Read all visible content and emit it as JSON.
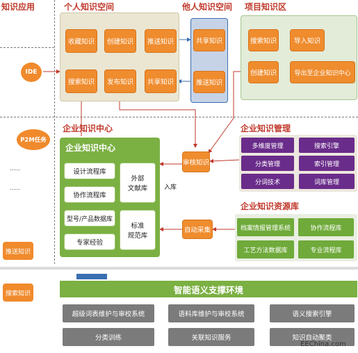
{
  "left_column": {
    "title": "知识应用",
    "ide": "IDE",
    "p2m": "P2M任务",
    "dots1": "......",
    "dots2": "......",
    "push": "推送知识",
    "search": "搜索知识"
  },
  "personal_space": {
    "title": "个人知识空间",
    "row1": [
      "收藏知识",
      "创建知识",
      "推送知识"
    ],
    "row2": [
      "搜索知识",
      "发布知识",
      "共享知识"
    ]
  },
  "others_space": {
    "title": "他人知识空间",
    "top": "共享知识",
    "bottom": "推送知识"
  },
  "project_area": {
    "title": "项目知识区",
    "row1": [
      "搜索知识",
      "导入知识"
    ],
    "row2": [
      "创建知识",
      "导出至企业知识中心"
    ]
  },
  "enterprise_center": {
    "outer_title": "企业知识中心",
    "inner_title": "企业知识中心",
    "left_items": [
      "设计流程库",
      "协作流程库",
      "型号/产品数据库",
      "专家经验"
    ],
    "right_items": [
      "外部\n文献库",
      "标准\n规范库"
    ],
    "review": "审核知识",
    "auto": "自动采集",
    "inlib": "入库"
  },
  "management": {
    "title": "企业知识管理",
    "items": [
      "多维度管理",
      "搜索引擎",
      "分类管理",
      "索引管理",
      "分词技术",
      "词库管理"
    ]
  },
  "resources": {
    "title": "企业知识资源库",
    "items": [
      "档案情报管理系统",
      "协作流程库",
      "工艺方法数据库",
      "专业流程库"
    ]
  },
  "semantic": {
    "title": "智能语义支撑环境",
    "row1": [
      "超级词表维护与审校系统",
      "语料库维护与审校系统",
      "语义搜索引擎"
    ],
    "row2": [
      "分类训练",
      "关联知识服务",
      "知识自动聚类"
    ]
  },
  "watermark": "EEChina.com",
  "colors": {
    "orange": "#ef8c2e",
    "purple": "#6a2c8a",
    "green": "#6faa3a",
    "gray": "#7b7b7b",
    "title_red": "#c0392b"
  }
}
